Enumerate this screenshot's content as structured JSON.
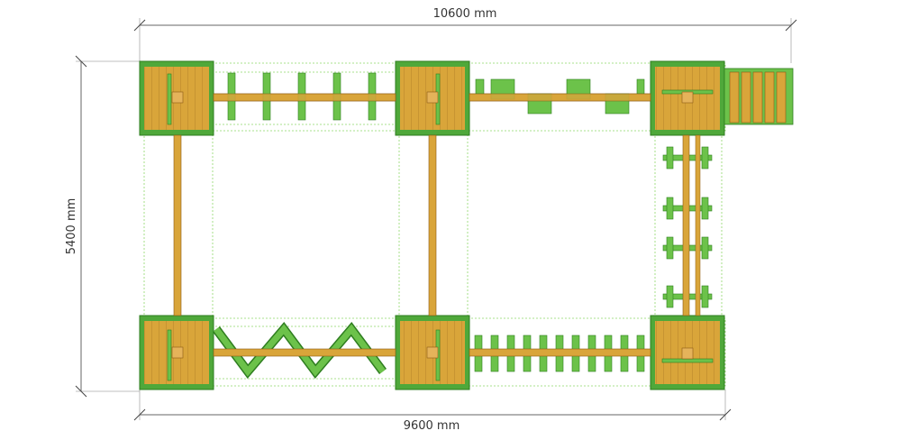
{
  "dimensions": {
    "top": "10600 mm",
    "bottom": "9600 mm",
    "left": "5400 mm"
  },
  "colors": {
    "wood": "#d9a53a",
    "wood_dark": "#a8741e",
    "green": "#6cc24a",
    "green_dark": "#2e7d1f",
    "guide": "#7ed957",
    "dim_line": "#555555"
  }
}
